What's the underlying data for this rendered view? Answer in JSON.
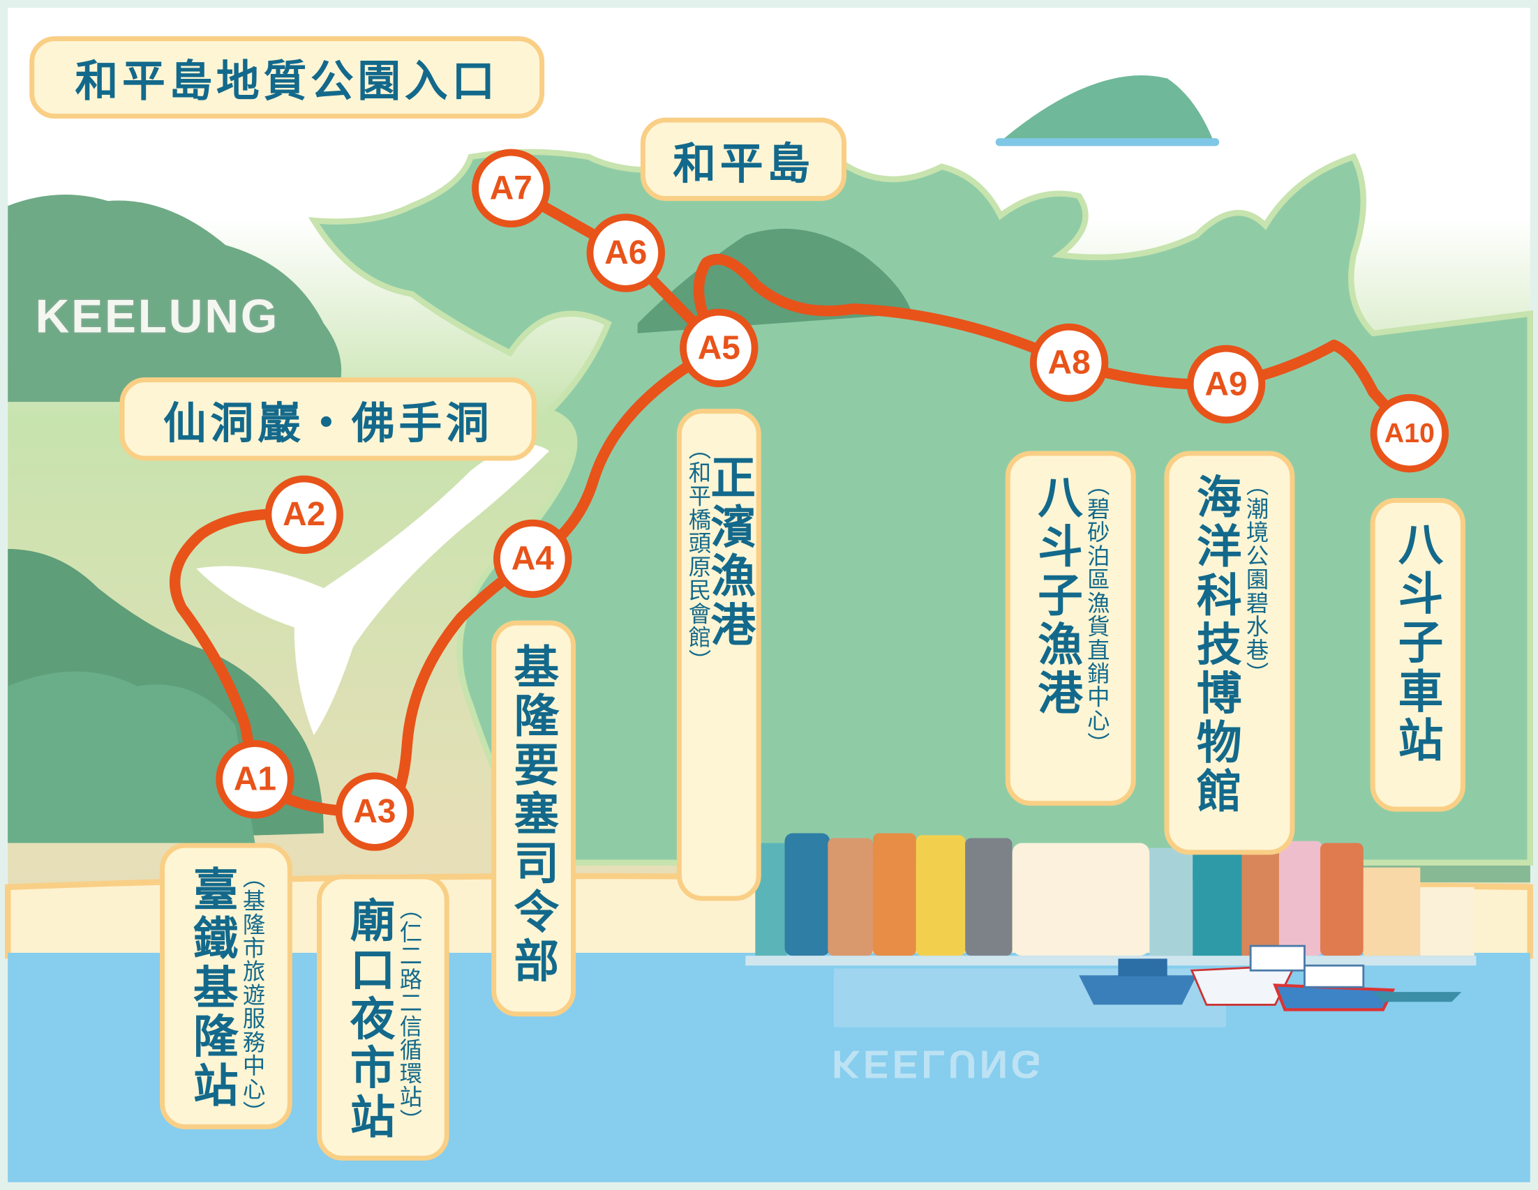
{
  "map": {
    "watermark": "KEELUNG",
    "colors": {
      "route": "#e8531a",
      "label_text": "#13698b",
      "label_bg": "#fef5d4",
      "label_border": "#f9cf86",
      "sea": "#86cdee",
      "land": "#8fcca6"
    }
  },
  "areas": {
    "geopark_entrance": "和平島地質公園入口",
    "heping_island": "和平島",
    "xiandong": "仙洞巖・佛手洞"
  },
  "stations": [
    {
      "code": "A1",
      "name": "臺鐵基隆站",
      "sub": "（基隆市旅遊服務中心）"
    },
    {
      "code": "A2",
      "name": "",
      "sub": ""
    },
    {
      "code": "A3",
      "name": "廟口夜市站",
      "sub": "（仁二路二信循環站）"
    },
    {
      "code": "A4",
      "name": "基隆要塞司令部",
      "sub": ""
    },
    {
      "code": "A5",
      "name": "正濱漁港",
      "sub": "（和平橋頭原民會館）"
    },
    {
      "code": "A6",
      "name": "",
      "sub": ""
    },
    {
      "code": "A7",
      "name": "",
      "sub": ""
    },
    {
      "code": "A8",
      "name": "八斗子漁港",
      "sub": "（碧砂泊區漁貨直銷中心）"
    },
    {
      "code": "A9",
      "name": "海洋科技博物館",
      "sub": "（潮境公園碧水巷）"
    },
    {
      "code": "A10",
      "name": "八斗子車站",
      "sub": ""
    }
  ]
}
